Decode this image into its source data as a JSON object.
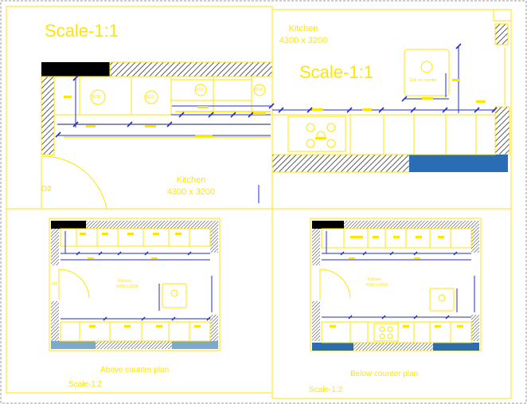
{
  "drawing": {
    "colors": {
      "line": "#ffe600",
      "dimension": "#1f2bd4",
      "fill_black": "#000000",
      "fill_blue": "#2a6db5",
      "fill_blue_light": "#7fa9c9",
      "border_dashed": "#9a9a9a"
    },
    "top_left": {
      "scale": "Scale-1:1",
      "room_name": "Kitchen",
      "room_size": "4300 x 3200",
      "door_tag": "D2",
      "fixture_tags": [
        "W11",
        "W12",
        "W13",
        "W14"
      ]
    },
    "top_right": {
      "room_name": "Kitchen",
      "room_size": "4300 x 3200",
      "scale": "Scale-1:1",
      "fixture_label": "Sink on counter"
    },
    "bottom_left": {
      "caption": "Above counter plan",
      "scale": "Scale-1:2",
      "room_name": "Kitchen",
      "room_size": "4300 x 3200",
      "door_tag": "D2"
    },
    "bottom_right": {
      "caption": "Below counter plan",
      "scale": "Scale-1:2",
      "room_name": "Kitchen",
      "room_size": "4300 x 3200"
    }
  }
}
